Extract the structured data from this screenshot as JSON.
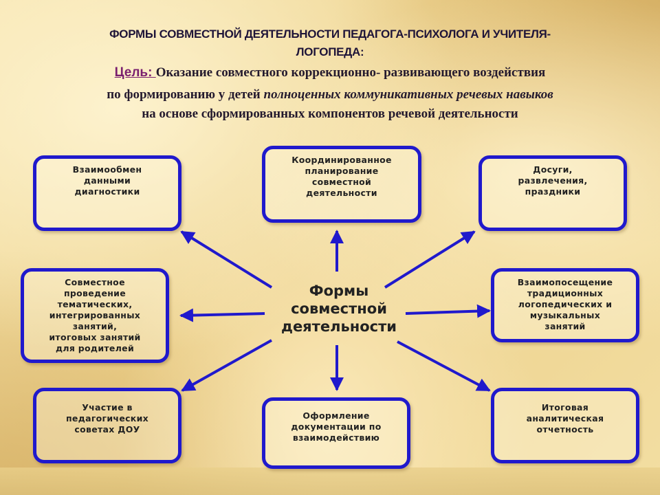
{
  "title": {
    "line1": "ФОРМЫ СОВМЕСТНОЙ ДЕЯТЕЛЬНОСТИ ПЕДАГОГА-ПСИХОЛОГА И УЧИТЕЛЯ-",
    "line2": "ЛОГОПЕДА:"
  },
  "goal": {
    "label": "Цель: ",
    "line1": "Оказание совместного коррекционно- развивающего воздействия",
    "line2_prefix": "по формированию у детей ",
    "line2_emph": "полноценных коммуникативных речевых навыков",
    "line3": "на основе сформированных компонентов речевой деятельности"
  },
  "center": {
    "label": "Формы\nсовместной\nдеятельности"
  },
  "boxes": {
    "top_left": "Взаимообмен\nданными\nдиагностики",
    "top_center": "Координированное\nпланирование\nсовместной\nдеятельности",
    "top_right": "Досуги,\nразвлечения,\nпраздники",
    "middle_left": "Совместное\nпроведение\nтематических,\nинтегрированных\nзанятий,\nитоговых занятий\nдля родителей",
    "middle_right": "Взаимопосещение\nтрадиционных\nлогопедических и\nмузыкальных\nзанятий",
    "bottom_left": "Участие в\nпедагогических\nсоветах ДОУ",
    "bottom_center": "Оформление\nдокументации по\nвзаимодействию",
    "bottom_right": "Итоговая\nаналитическая\nотчетность"
  },
  "colors": {
    "box_border": "#2019cc",
    "arrow": "#2019cc",
    "title_text": "#1e1438",
    "goal_label": "#7a1f6e"
  }
}
